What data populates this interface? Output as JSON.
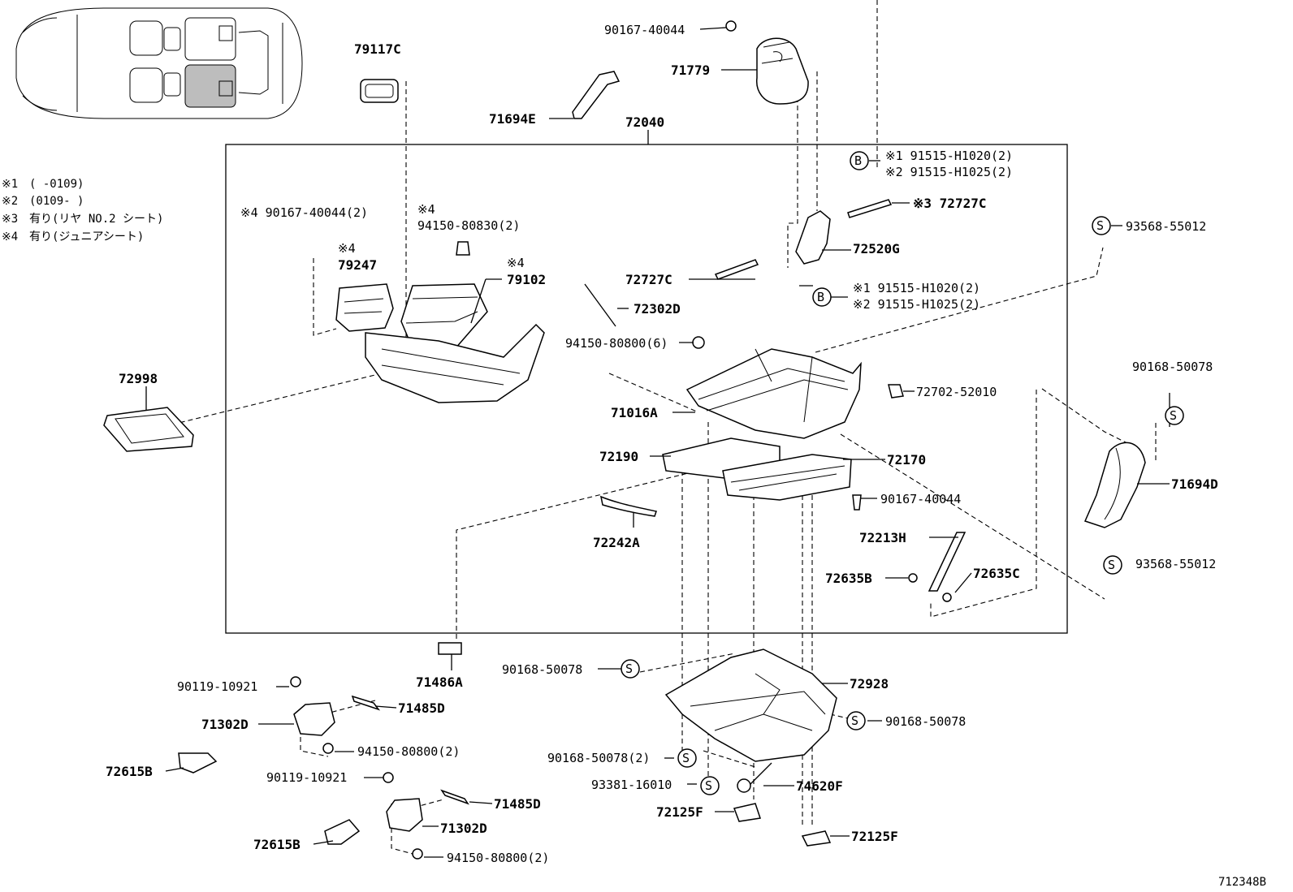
{
  "legend": [
    {
      "mark": "※1",
      "text": "(      -0109)"
    },
    {
      "mark": "※2",
      "text": "(0109-      )"
    },
    {
      "mark": "※3",
      "text": "有り(リヤ NO.2 シート)"
    },
    {
      "mark": "※4",
      "text": "有り(ジュニアシート)"
    }
  ],
  "markers": {
    "bolt": "B",
    "screw": "S"
  },
  "parts": {
    "p79117C": "79117C",
    "p90167_40044_top": "90167-40044",
    "p71779": "71779",
    "p71694E": "71694E",
    "p72040": "72040",
    "b_top_1": "※1 91515-H1020(2)",
    "b_top_2": "※2 91515-H1025(2)",
    "p72727C_a": "※3  72727C",
    "p93568_a": "93568-55012",
    "p72520G": "72520G",
    "p90167_2": "※4 90167-40044(2)",
    "p94150_80830_mark": "※4",
    "p94150_80830": "94150-80830(2)",
    "p79247_mark": "※4",
    "p79247": "79247",
    "p79102_mark": "※4",
    "p79102": "79102",
    "p72727C_b": "72727C",
    "b_mid_1": "※1 91515-H1020(2)",
    "b_mid_2": "※2 91515-H1025(2)",
    "p72302D": "72302D",
    "p94150_80800_6": "94150-80800(6)",
    "p72998": "72998",
    "p72702": "72702-52010",
    "p90168_r": "90168-50078",
    "p71016A": "71016A",
    "p72190": "72190",
    "p72170": "72170",
    "p71694D": "71694D",
    "p90167_mid": "90167-40044",
    "p72242A": "72242A",
    "p72213H": "72213H",
    "p72635B": "72635B",
    "p72635C": "72635C",
    "p93568_b": "93568-55012",
    "p71486A": "71486A",
    "p90168_a": "90168-50078",
    "p72928": "72928",
    "p90119_a": "90119-10921",
    "p71485D_a": "71485D",
    "p71302D_a": "71302D",
    "p90168_b": "90168-50078",
    "p94150_a": "94150-80800(2)",
    "p72615B_a": "72615B",
    "p90168_c": "90168-50078(2)",
    "p90119_b": "90119-10921",
    "p93381": "93381-16010",
    "p74620F": "74620F",
    "p71485D_b": "71485D",
    "p72125F_a": "72125F",
    "p71302D_b": "71302D",
    "p72615B_b": "72615B",
    "p72125F_b": "72125F",
    "p94150_b": "94150-80800(2)"
  },
  "diagram_id": "712348B"
}
